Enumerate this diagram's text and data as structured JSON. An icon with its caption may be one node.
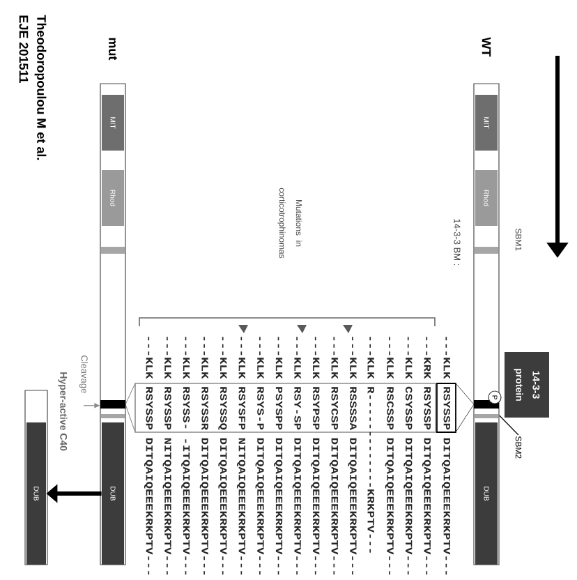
{
  "diagram": {
    "nodes": [
      {
        "text": [
          "WT"
        ]
      },
      {
        "text": [
          "MIT"
        ],
        "in": 0
      },
      {
        "text": [
          "Rhod"
        ],
        "in": 0
      },
      {
        "text": [
          "DUB"
        ],
        "in": 0
      },
      {
        "text": [
          "14-3-3 protein"
        ]
      },
      {
        "text": [
          "P"
        ]
      },
      {
        "text": [
          "SBM2"
        ]
      },
      {
        "text": [
          "mut"
        ]
      },
      {
        "text": [
          "MIT"
        ],
        "in": 7
      },
      {
        "text": [
          "Rhod"
        ],
        "in": 7
      },
      {
        "text": [
          "DUB"
        ],
        "in": 7
      },
      {
        "text": [
          "Cleavage"
        ]
      },
      {
        "text": [
          "Hyper-active **C40**"
        ]
      },
      {
        "text": [
          "DUB"
        ],
        "in": 12
      }
    ],
    "edges": [
      {
        "from": 6,
        "to": 0,
        "arrow": "none"
      },
      {
        "from": 11,
        "to": 7,
        "arrow": "to",
        "color": "#888888"
      },
      {
        "from": 10,
        "to": 13,
        "arrow": "to",
        "style": "thick"
      }
    ],
    "labels": [
      "Theodoropoulou M et al.",
      "EJE 201511",
      "SBM1",
      "14-3-3 BM :",
      "Mutations in corticotrophinomas",
      "---KLK RSYSSP DITQAIQEEEKRKPTV---",
      "---KRK RSYSSP DITQAIQEEEKRKPTV---",
      "---KLK CSYSSP DITQAIQEEEKRKPTV---",
      "---KLK RSCSSP DITQAIQEEEKRKPTV---",
      "---KLK R-------------KRKPTV---",
      "---KLK RSSSSA DITQAIQEEEKRKPTV---",
      "---KLK RSYCSP DITQAIQEEEKRKPTV---",
      "---KLK RSYPSP DITQAIQEEEKRKPTV---",
      "---KLK RSY-SP DITQAIQEEEKRKPTV---",
      "---KLK PSYSPP DITQAIQEEEKRKPTV---",
      "---KLK RSYS-P DITQAIQEEEKRKPTV---",
      "---KLK RSYSFP NITQAIQEEEKRKPTV---",
      "---KLK RSYSSQ DITQAIQEEEKRKPTV---",
      "---KLK RSYSSR DITQAIQEEEKRKPTV---",
      "---KLK RSYSS- -ITQAIQEEEKRKPTV---",
      "---KLK RSYSSP NITQAIQEEEKRKPTV---",
      "---KLK RSYSSP DITQAIQEEEKRKPTV---"
    ]
  }
}
